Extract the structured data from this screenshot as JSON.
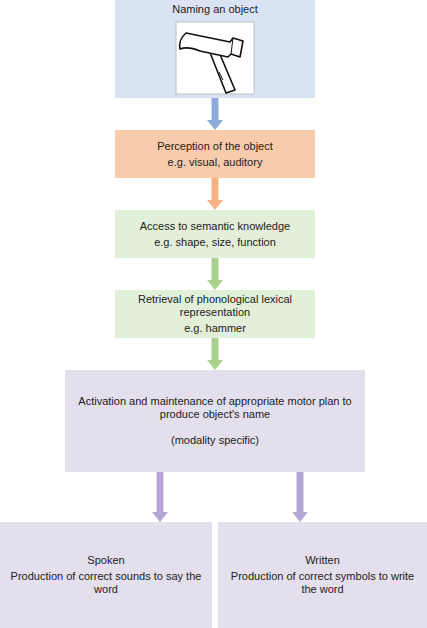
{
  "diagram": {
    "nodes": [
      {
        "text": [
          "Naming an object"
        ]
      },
      {
        "text": [
          "Perception of the object",
          "e.g. visual, auditory"
        ]
      },
      {
        "text": [
          "Access to semantic knowledge",
          "e.g. shape, size, function"
        ]
      },
      {
        "text": [
          "Retrieval of phonological lexical representation",
          "e.g. hammer"
        ]
      },
      {
        "text": [
          "Activation and maintenance of appropriate motor plan to produce object's name",
          "(modality specific)"
        ]
      },
      {
        "text": [
          "Spoken",
          "Production of correct sounds to say the word"
        ]
      },
      {
        "text": [
          "Written",
          "Production of correct symbols to write the word"
        ]
      }
    ],
    "edges": [
      {
        "from": 0,
        "to": 1,
        "arrow": "to"
      },
      {
        "from": 1,
        "to": 2,
        "arrow": "to"
      },
      {
        "from": 2,
        "to": 3,
        "arrow": "to"
      },
      {
        "from": 3,
        "to": 4,
        "arrow": "to"
      },
      {
        "from": 4,
        "to": 5,
        "arrow": "to"
      },
      {
        "from": 4,
        "to": 6,
        "arrow": "to"
      }
    ]
  }
}
